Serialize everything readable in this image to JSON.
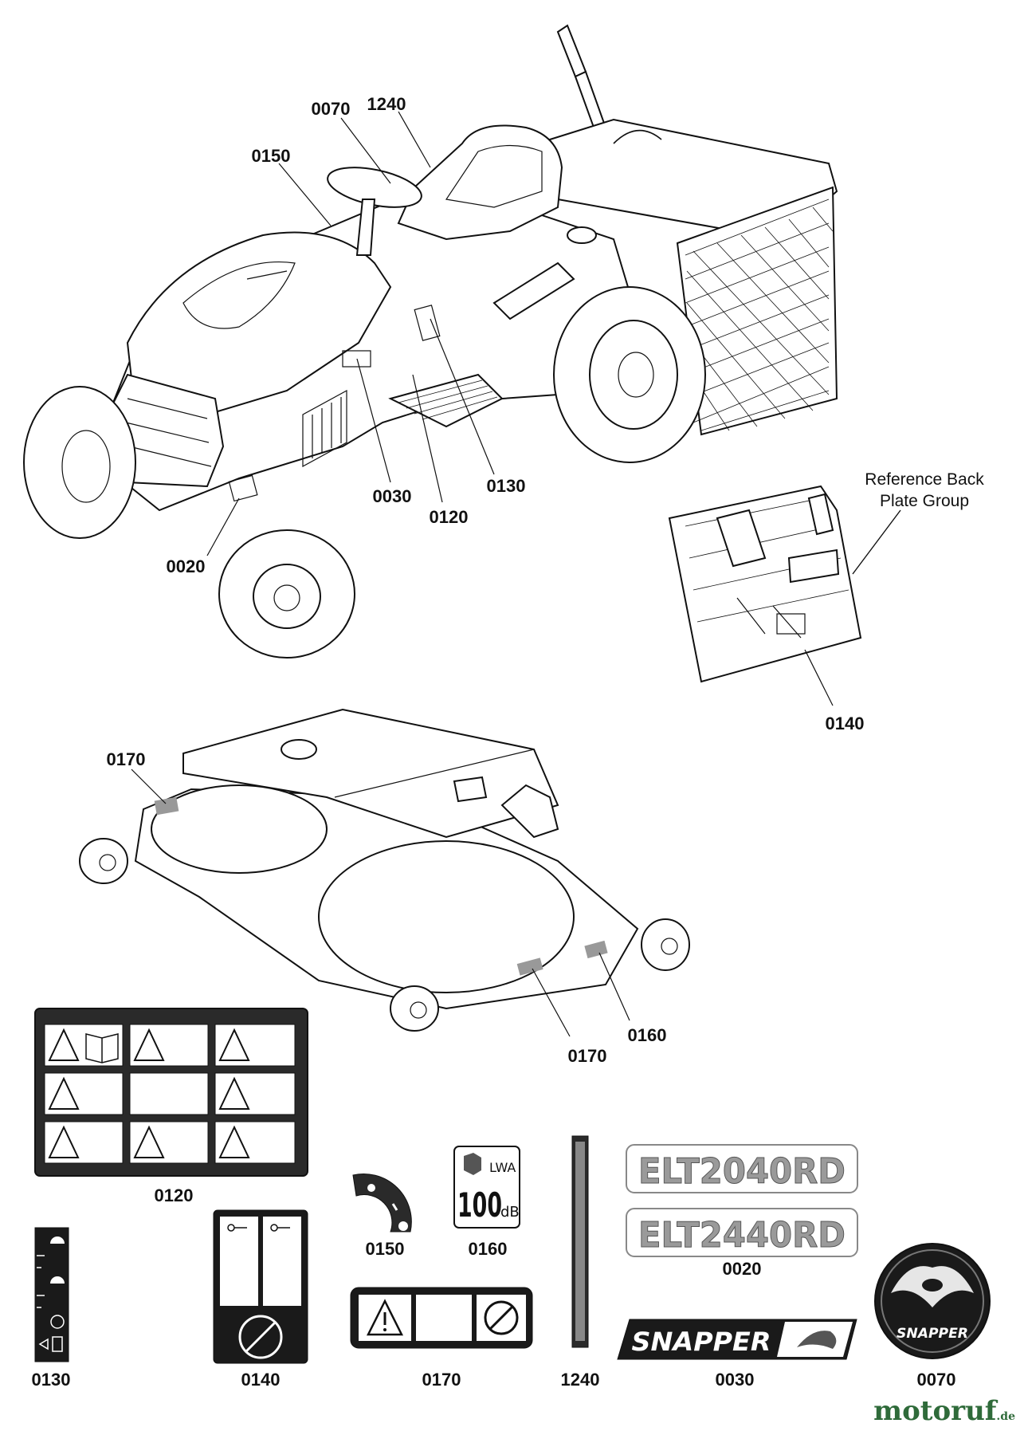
{
  "callouts": {
    "c0070_top": "0070",
    "c1240_top": "1240",
    "c0150_top": "0150",
    "c0030_top": "0030",
    "c0120_top": "0120",
    "c0130_top": "0130",
    "c0020_top": "0020",
    "c0140_plate": "0140",
    "c0170_deck_a": "0170",
    "c0170_deck_b": "0170",
    "c0160_deck": "0160",
    "c0120_label": "0120",
    "c0150_label": "0150",
    "c0160_label": "0160",
    "c0020_label": "0020",
    "c0130_label": "0130",
    "c0140_label": "0140",
    "c0170_label": "0170",
    "c1240_label": "1240",
    "c0030_label": "0030",
    "c0070_label": "0070"
  },
  "reference_note": {
    "line1": "Reference Back",
    "line2": "Plate Group"
  },
  "decals": {
    "model_1": "ELT2040RD",
    "model_2": "ELT2440RD",
    "brand": "SNAPPER",
    "brand_badge": "SNAPPER",
    "noise_value": "100",
    "noise_unit": "dB",
    "noise_symbol": "LWA"
  },
  "watermark": {
    "name": "motoruf",
    "suffix": ".de"
  },
  "icons": [
    "warning-triangle-icon",
    "manual-book-icon",
    "key-icon",
    "fuel-pump-icon",
    "no-passenger-icon",
    "lock-key-icon"
  ],
  "colors": {
    "ink": "#111111",
    "decal_dark": "#2a2a2a",
    "decal_gray": "#9a9a9a",
    "watermark_green": "#2f6b3a"
  }
}
